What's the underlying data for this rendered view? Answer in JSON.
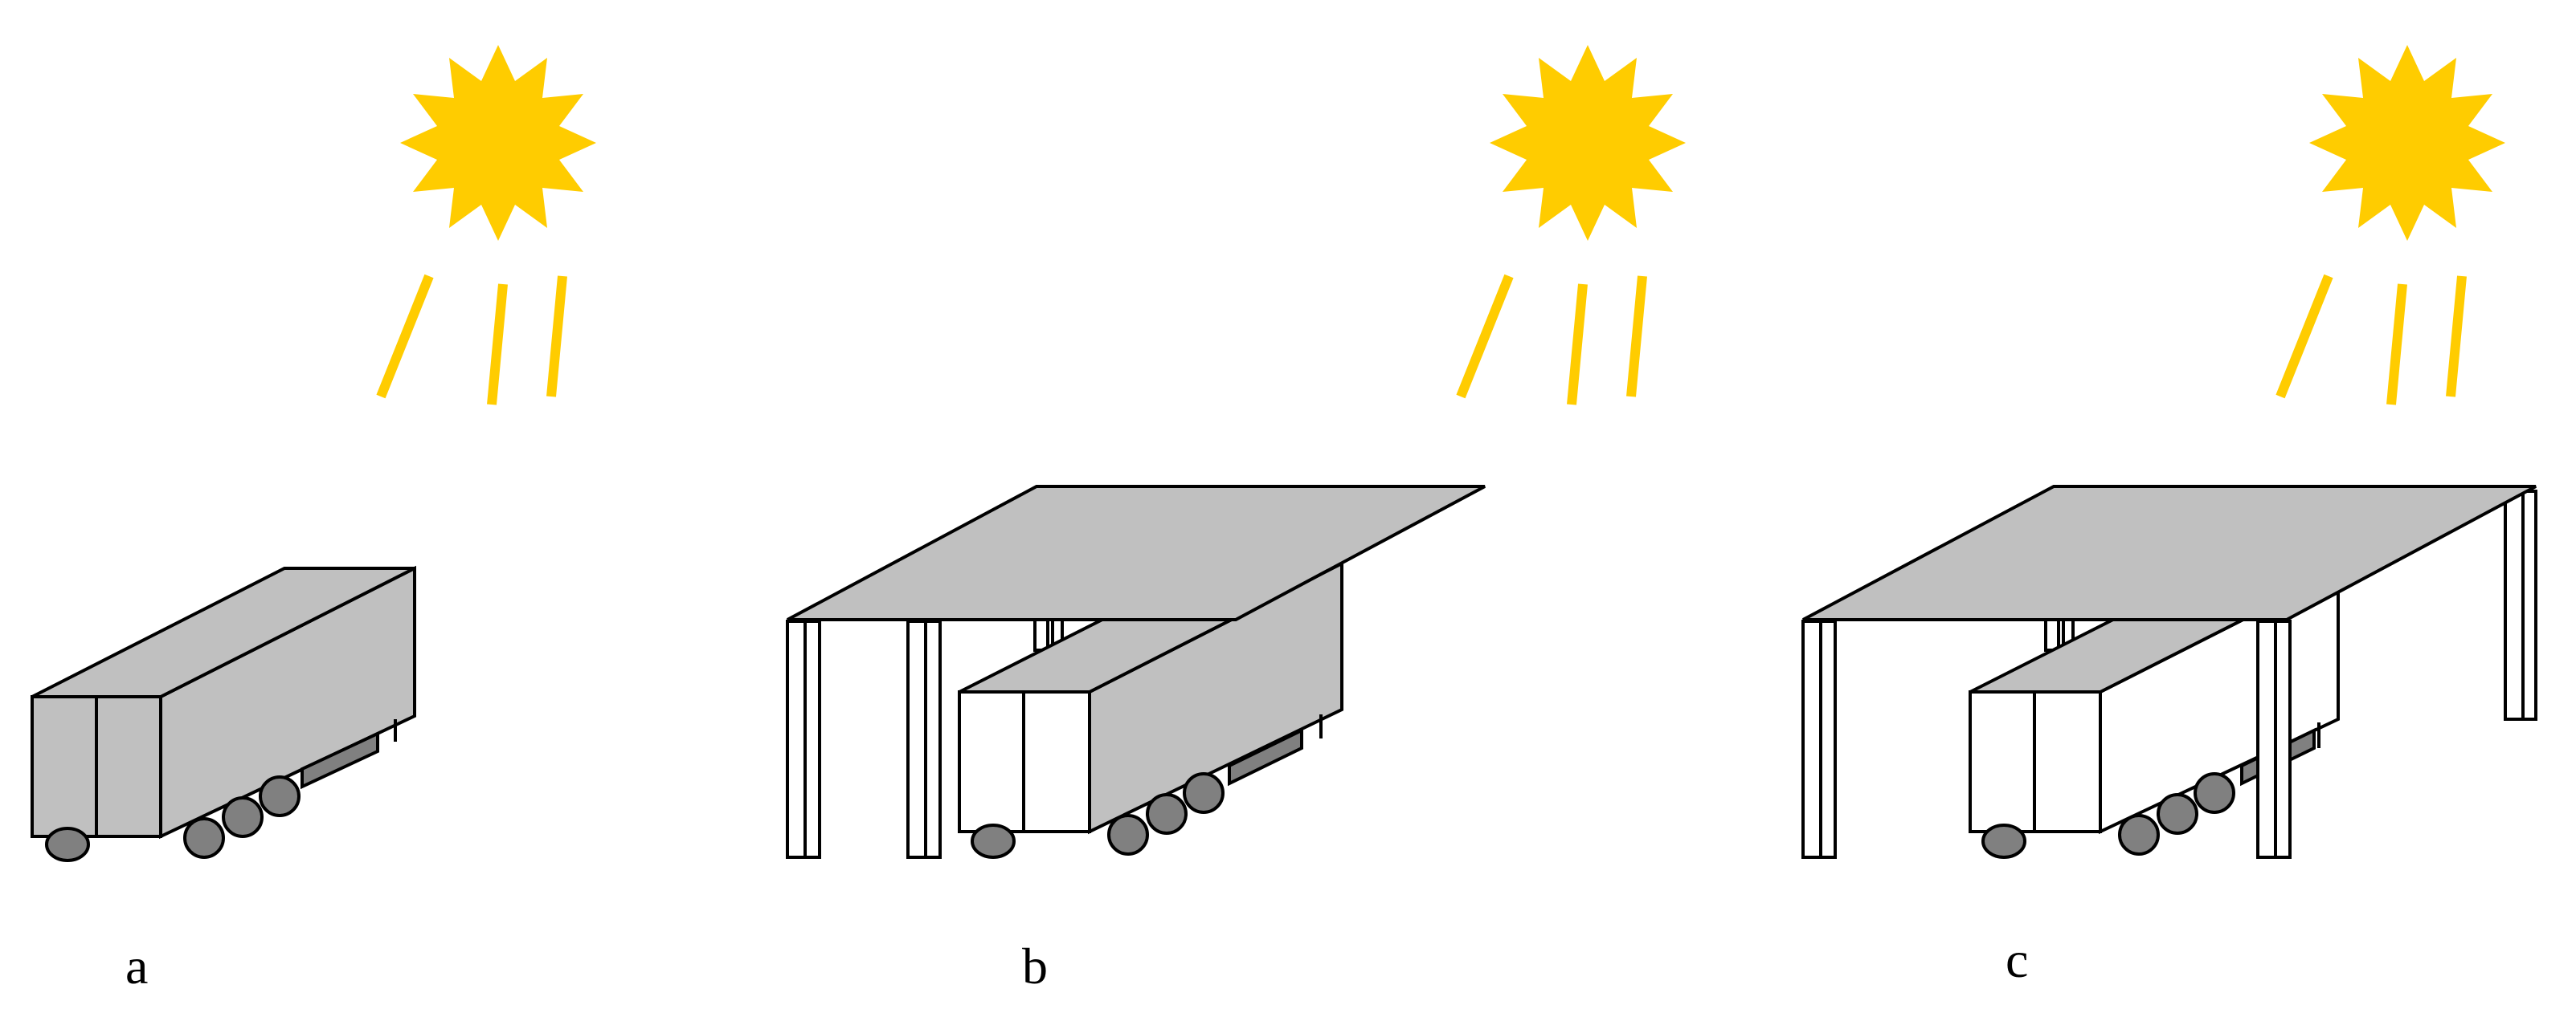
{
  "captions": {
    "a": "a",
    "b": "b",
    "c": "c"
  },
  "icons": [
    "sun-icon",
    "truck-trailer",
    "shade-roof"
  ],
  "colors": {
    "sun": "#FFCC00",
    "trailer_shaded": "#C0C0C0",
    "trailer_unshaded_side": "#FFFFFF",
    "roof": "#C0C0C0",
    "wheel": "#808080",
    "outline": "#000000",
    "background": "#FFFFFF"
  }
}
